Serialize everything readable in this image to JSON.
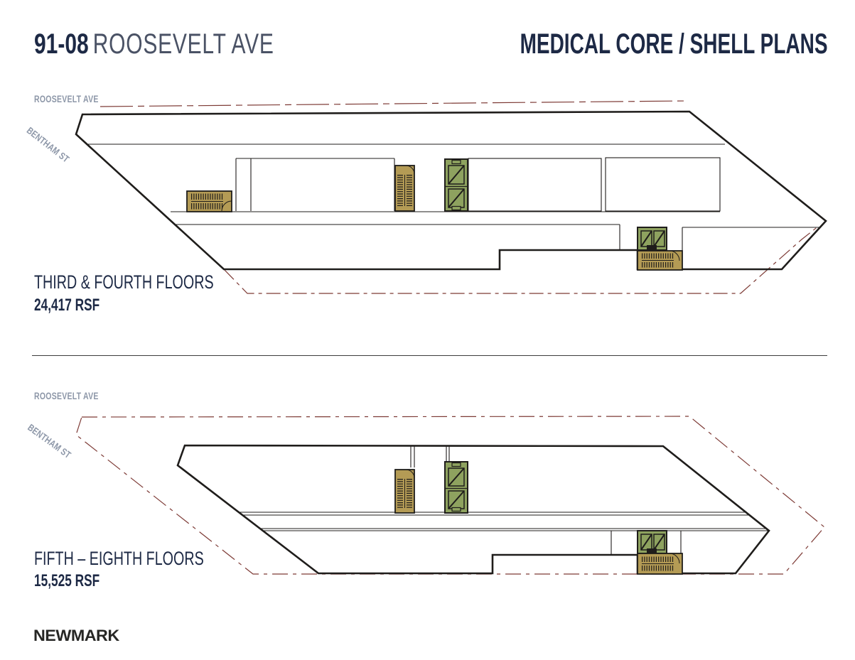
{
  "header": {
    "address_number": "91-08",
    "address_street": "ROOSEVELT AVE",
    "title": "MEDICAL CORE / SHELL PLANS"
  },
  "plans": [
    {
      "street_top": "ROOSEVELT AVE",
      "street_side": "BENTHAM ST",
      "floors_label": "THIRD & FOURTH FLOORS",
      "rsf_label": "24,417 RSF"
    },
    {
      "street_top": "ROOSEVELT AVE",
      "street_side": "BENTHAM ST",
      "floors_label": "FIFTH – EIGHTH FLOORS",
      "rsf_label": "15,525 RSF"
    }
  ],
  "footer": {
    "brand": "NEWMARK"
  },
  "colors": {
    "navy_text": "#1d2945",
    "street_label_gray": "#8d97a8",
    "property_line_maroon": "#7d3a35",
    "stair_core_tan": "#b49b55",
    "elevator_core_green": "#8ea25f",
    "plan_line_black": "#1f1d1b"
  }
}
